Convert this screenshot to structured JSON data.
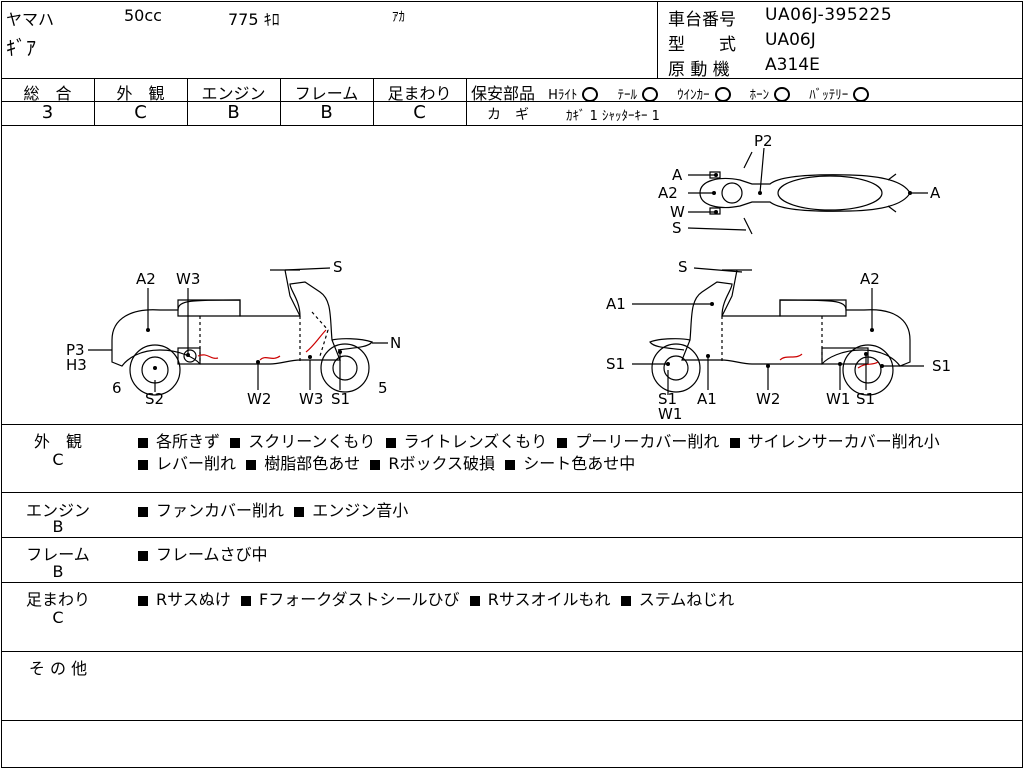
{
  "header": {
    "maker": "ヤマハ",
    "displacement": "50cc",
    "mileage": "775 ｷﾛ",
    "color": "ｱｶ",
    "model_name": "ｷﾞｱ",
    "frame_no_label": "車台番号",
    "frame_no": "UA06J-395225",
    "type_label": "型　　式",
    "type": "UA06J",
    "engine_label": "原 動 機",
    "engine": "A314E"
  },
  "grades": {
    "headers": [
      "総　合",
      "外　観",
      "エンジン",
      "フレーム",
      "足まわり"
    ],
    "values": [
      "3",
      "C",
      "B",
      "B",
      "C"
    ]
  },
  "safety": {
    "label": "保安部品",
    "items": [
      "Hﾗｲﾄ",
      "ﾃｰﾙ",
      "ｳｲﾝｶｰ",
      "ﾎｰﾝ",
      "ﾊﾞｯﾃﾘｰ"
    ],
    "key_label": "カ　ギ",
    "key_value": "ｶｷﾞ 1 ｼｬｯﾀｰｷｰ 1"
  },
  "diagram": {
    "left_labels": [
      "A2",
      "W3",
      "S",
      "P3",
      "H3",
      "N",
      "6",
      "S2",
      "W2",
      "W3",
      "S1",
      "5"
    ],
    "right_labels": [
      "S",
      "A2",
      "A1",
      "S1",
      "S1",
      "A1",
      "W2",
      "W1",
      "S1",
      "S1",
      "W1"
    ],
    "top_labels": [
      "P2",
      "A",
      "A2",
      "W",
      "S",
      "A"
    ]
  },
  "notes": [
    {
      "title": "外　観",
      "grade": "C",
      "line1": [
        "各所きず",
        "スクリーンくもり",
        "ライトレンズくもり",
        "プーリーカバー削れ",
        "サイレンサーカバー削れ小"
      ],
      "line2": [
        "レバー削れ",
        "樹脂部色あせ",
        "Rボックス破損",
        "シート色あせ中"
      ]
    },
    {
      "title": "エンジン",
      "grade": "B",
      "line1": [
        "ファンカバー削れ",
        "エンジン音小"
      ],
      "line2": []
    },
    {
      "title": "フレーム",
      "grade": "B",
      "line1": [
        "フレームさび中"
      ],
      "line2": []
    },
    {
      "title": "足まわり",
      "grade": "C",
      "line1": [
        "Rサスぬけ",
        "Fフォークダストシールひび",
        "Rサスオイルもれ",
        "ステムねじれ"
      ],
      "line2": []
    },
    {
      "title": "そ の 他",
      "grade": "",
      "line1": [],
      "line2": []
    }
  ]
}
